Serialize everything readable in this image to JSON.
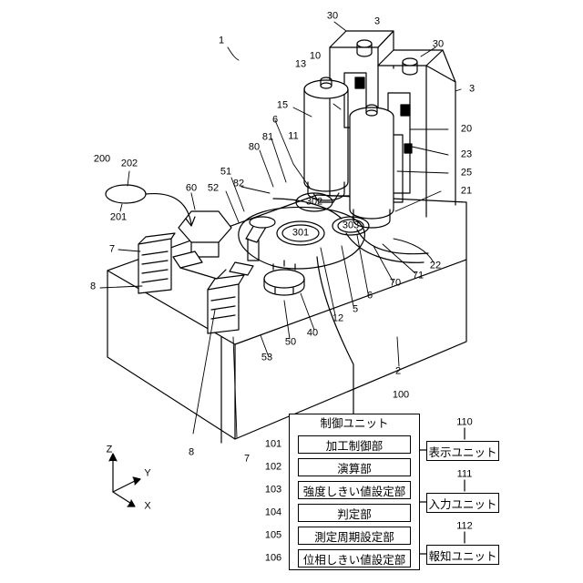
{
  "apparatus": {
    "numerals": [
      {
        "id": "n1",
        "text": "1"
      },
      {
        "id": "n3a",
        "text": "3"
      },
      {
        "id": "n3b",
        "text": "3"
      },
      {
        "id": "n30a",
        "text": "30"
      },
      {
        "id": "n30b",
        "text": "30"
      },
      {
        "id": "n13",
        "text": "13"
      },
      {
        "id": "n10",
        "text": "10"
      },
      {
        "id": "n15",
        "text": "15"
      },
      {
        "id": "n20",
        "text": "20"
      },
      {
        "id": "n23",
        "text": "23"
      },
      {
        "id": "n25",
        "text": "25"
      },
      {
        "id": "n21",
        "text": "21"
      },
      {
        "id": "n6a",
        "text": "6"
      },
      {
        "id": "n6b",
        "text": "6"
      },
      {
        "id": "n81",
        "text": "81"
      },
      {
        "id": "n80",
        "text": "80"
      },
      {
        "id": "n11",
        "text": "11"
      },
      {
        "id": "n82",
        "text": "82"
      },
      {
        "id": "n51",
        "text": "51"
      },
      {
        "id": "n52",
        "text": "52"
      },
      {
        "id": "n60",
        "text": "60"
      },
      {
        "id": "n200",
        "text": "200"
      },
      {
        "id": "n202",
        "text": "202"
      },
      {
        "id": "n201",
        "text": "201"
      },
      {
        "id": "n7a",
        "text": "7"
      },
      {
        "id": "n7b",
        "text": "7"
      },
      {
        "id": "n8a",
        "text": "8"
      },
      {
        "id": "n8b",
        "text": "8"
      },
      {
        "id": "n302",
        "text": "302"
      },
      {
        "id": "n301",
        "text": "301"
      },
      {
        "id": "n303",
        "text": "303"
      },
      {
        "id": "n22",
        "text": "22"
      },
      {
        "id": "n71",
        "text": "71"
      },
      {
        "id": "n70",
        "text": "70"
      },
      {
        "id": "n5",
        "text": "5"
      },
      {
        "id": "n12",
        "text": "12"
      },
      {
        "id": "n40",
        "text": "40"
      },
      {
        "id": "n50",
        "text": "50"
      },
      {
        "id": "n53",
        "text": "53"
      },
      {
        "id": "n2",
        "text": "2"
      },
      {
        "id": "n100",
        "text": "100"
      }
    ],
    "axes": {
      "z": "Z",
      "y": "Y",
      "x": "X"
    }
  },
  "control_unit": {
    "title": "制御ユニット",
    "items": [
      {
        "ref": "101",
        "label": "加工制御部"
      },
      {
        "ref": "102",
        "label": "演算部"
      },
      {
        "ref": "103",
        "label": "強度しきい値設定部"
      },
      {
        "ref": "104",
        "label": "判定部"
      },
      {
        "ref": "105",
        "label": "測定周期設定部"
      },
      {
        "ref": "106",
        "label": "位相しきい値設定部"
      }
    ]
  },
  "external_units": [
    {
      "ref": "110",
      "label": "表示ユニット"
    },
    {
      "ref": "111",
      "label": "入力ユニット"
    },
    {
      "ref": "112",
      "label": "報知ユニット"
    }
  ]
}
